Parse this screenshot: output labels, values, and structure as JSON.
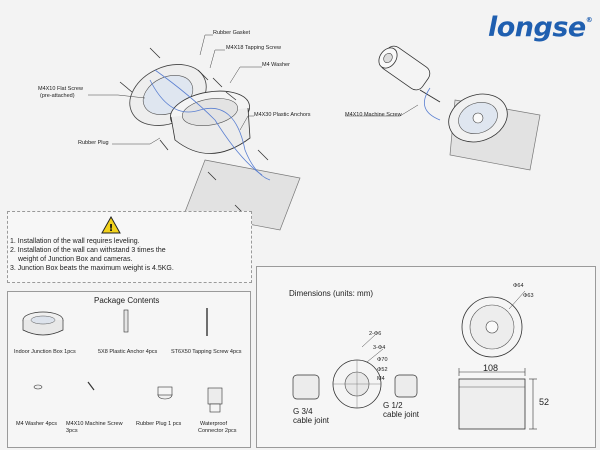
{
  "logo": {
    "text": "longse",
    "mark": "®"
  },
  "callouts": {
    "rubber_gasket": "Rubber Gasket",
    "tapping_screw": "M4X18 Tapping Screw",
    "m4_washer": "M4 Washer",
    "flat_screw_1": "M4X10 Flat Screw",
    "flat_screw_2": "(pre-attached)",
    "plastic_anchors": "M4X30 Plastic Anchors",
    "rubber_plug": "Rubber Plug",
    "machine_screw": "M4X10 Machine Screw"
  },
  "warning": {
    "icon": "warning-triangle-icon",
    "lines": [
      "1. Installation of the wall requires leveling.",
      "2. Installation of the wall can withstand 3 times the",
      "    weight of Junction Box and cameras.",
      "3. Junction Box beats the maximum weight is 4.5KG."
    ]
  },
  "package": {
    "title": "Package Contents",
    "items": [
      "Indoor Junction Box 1pcs",
      "5X8 Plastic Anchor 4pcs",
      "ST6X50 Tapping Screw 4pcs",
      "M4 Washer 4pcs",
      "M4X10 Machine Screw",
      "3pcs",
      "Rubber Plug  1 pcs",
      "Waterproof",
      "Connector  2pcs"
    ]
  },
  "dimensions": {
    "title": "Dimensions (units: mm)",
    "width_label": "108",
    "height_label": "52",
    "g34_1": "G 3/4",
    "g34_2": "cable joint",
    "g12_1": "G 1/2",
    "g12_2": "cable joint",
    "dim_small": [
      "2-Φ6",
      "3-Φ4",
      "Φ70",
      "Φ64",
      "Φ63",
      "Φ52",
      "M4"
    ]
  }
}
